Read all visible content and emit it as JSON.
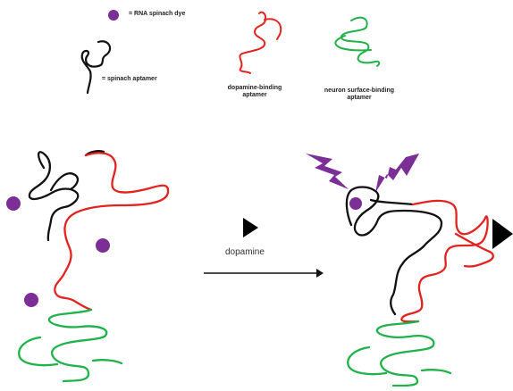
{
  "legend": {
    "dye_label": "= RNA spinach dye",
    "spinach_label": "= spinach aptamer",
    "dopamine_line1": "dopamine-binding",
    "dopamine_line2": "aptamer",
    "neuron_line1": "neuron surface-binding",
    "neuron_line2": "aptamer"
  },
  "reaction": {
    "arrow_label": "dopamine"
  },
  "colors": {
    "spinach_strand": "#111111",
    "dopamine_strand": "#e3231f",
    "neuron_strand": "#1fb24a",
    "dye": "#7a2e96",
    "lightning": "#7a2e96",
    "dopamine_marker": "#000000"
  }
}
